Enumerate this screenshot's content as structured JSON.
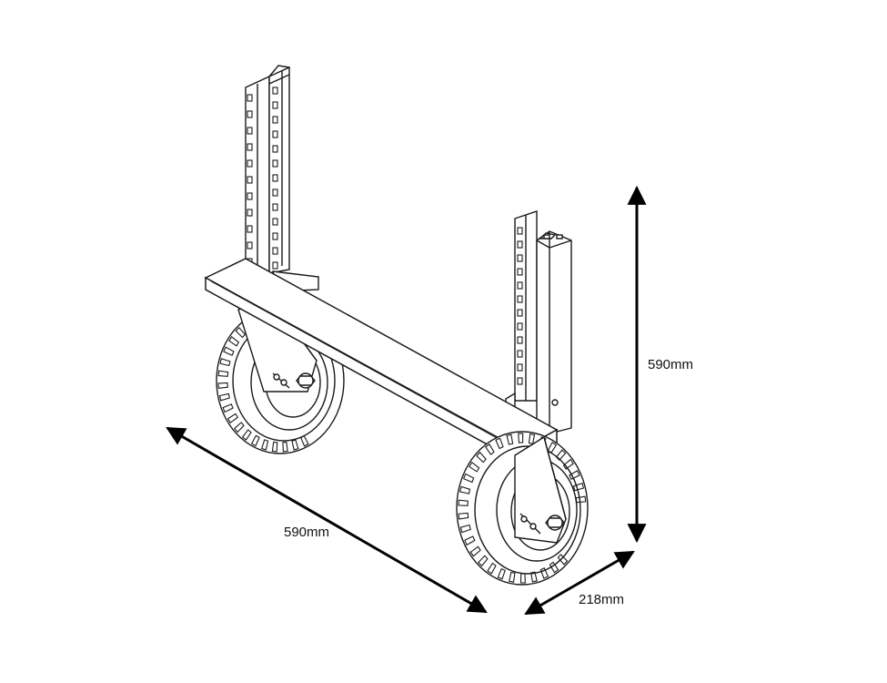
{
  "dimensions": {
    "height_label": "590mm",
    "width_label": "590mm",
    "depth_label": "218mm"
  },
  "colors": {
    "line": "#1a1a1a",
    "fill": "#ffffff",
    "shade": "#e9e9e9",
    "arrow": "#000000"
  }
}
